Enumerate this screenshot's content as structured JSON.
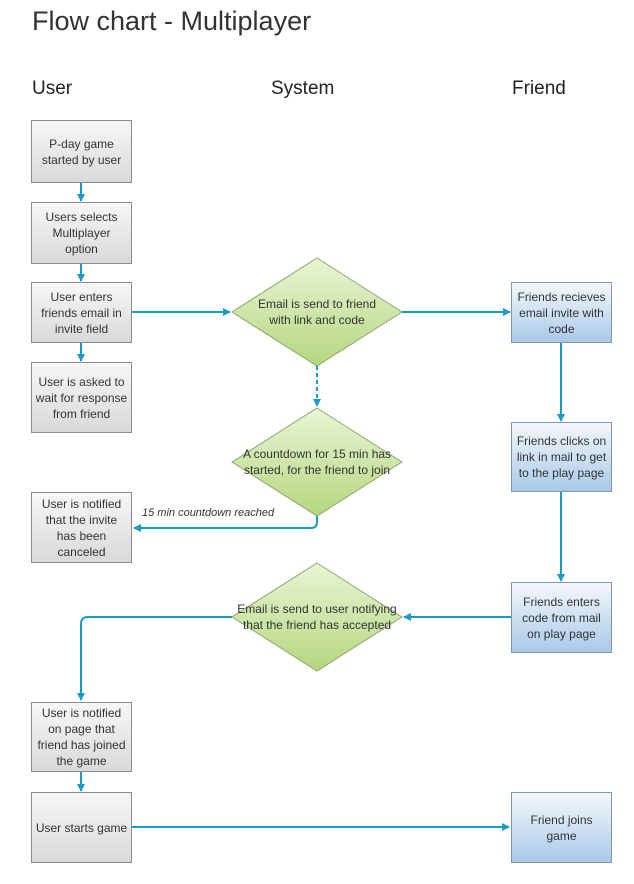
{
  "title": "Flow chart - Multiplayer",
  "lanes": {
    "user": "User",
    "system": "System",
    "friend": "Friend"
  },
  "nodes": {
    "pday": "P-day game started by user",
    "select_mp": "Users selects Multiplayer option",
    "enter_email": "User enters friends email in invite field",
    "asked_wait": "User is asked to wait for response from friend",
    "notified_canceled": "User is notified that the invite has been canceled",
    "notified_joined": "User is notified on page that friend has joined the game",
    "starts_game": "User starts game",
    "email_sent_link": "Email is send to friend with link and code",
    "countdown": "A countdown for 15 min has started, for the friend to join",
    "email_notify": "Email is send to user notifying that the friend has accepted",
    "friend_receives": "Friends recieves email invite with code",
    "friend_clicks": "Friends clicks on link in mail to get to the play page",
    "friend_enters": "Friends enters code from mail on play page",
    "friend_joins": "Friend joins game"
  },
  "edge_labels": {
    "countdown_reached": "15 min countdown reached"
  },
  "colors": {
    "connector": "#1a9ac9",
    "diamond_fill": "#c6e39a",
    "diamond_border": "#8aa86a",
    "friend_box": "#a9c9e8",
    "user_box": "#d9d9d9"
  }
}
